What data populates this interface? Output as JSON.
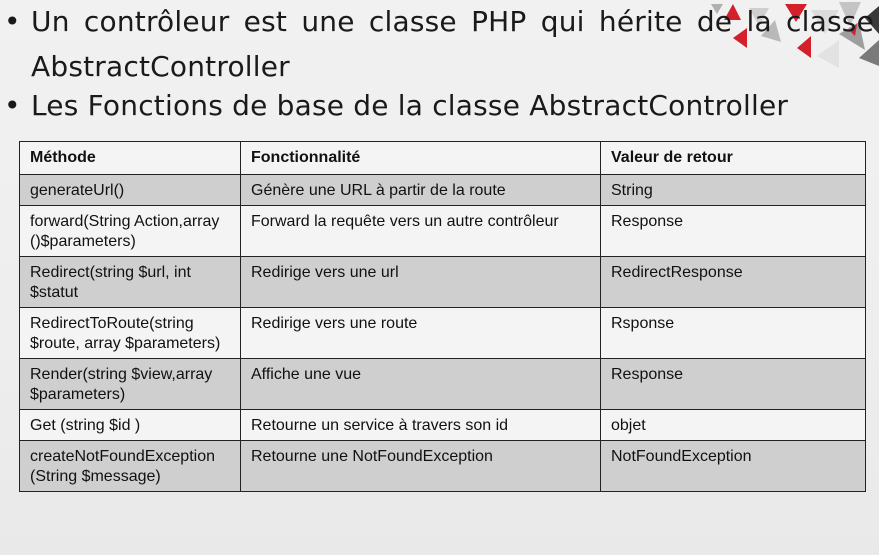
{
  "bullets": {
    "line1a": "Un contrôleur est une classe PHP qui hérite de la classe",
    "line1b": "AbstractController",
    "line2": "Les Fonctions de base de la classe AbstractController",
    "marker": "•"
  },
  "table": {
    "headers": [
      "Méthode",
      "Fonctionnalité",
      "Valeur de retour"
    ],
    "rows": [
      {
        "method": "generateUrl()",
        "function": "Génère une URL à partir de la route",
        "returns": "String"
      },
      {
        "method": "forward(String Action,array ()$parameters)",
        "function": "Forward la requête vers un autre contrôleur",
        "returns": "Response"
      },
      {
        "method": "Redirect(string $url, int $statut",
        "function": "Redirige vers une url",
        "returns": "RedirectResponse"
      },
      {
        "method": "RedirectToRoute(string $route, array $parameters)",
        "function": "Redirige vers une route",
        "returns": "Rsponse"
      },
      {
        "method": "Render(string $view,array $parameters)",
        "function": "Affiche une vue",
        "returns": "Response"
      },
      {
        "method": "Get (string $id )",
        "function": "Retourne un service à travers son id",
        "returns": "objet"
      },
      {
        "method": "createNotFoundException (String $message)",
        "function": "Retourne une NotFoundException",
        "returns": "NotFoundException"
      }
    ]
  },
  "colors": {
    "header_row": "#f4f4f4",
    "shaded_row": "#cfcfcf",
    "light_row": "#f4f4f4",
    "decor_red": "#d4202a",
    "decor_gray": "#c8c8c8"
  }
}
